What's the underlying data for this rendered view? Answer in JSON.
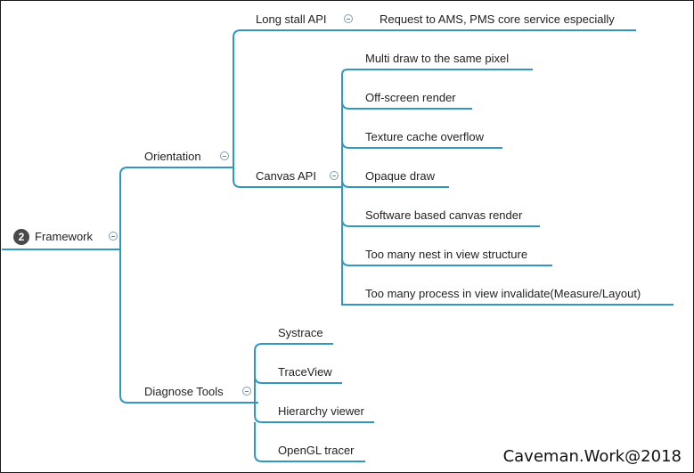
{
  "root": {
    "number": "2",
    "label": "Framework"
  },
  "branches": [
    {
      "label": "Orientation",
      "children": [
        {
          "label": "Long stall API",
          "children": [
            {
              "label": "Request to AMS, PMS core service especially"
            }
          ]
        },
        {
          "label": "Canvas API",
          "children": [
            {
              "label": "Multi draw to the same pixel"
            },
            {
              "label": "Off-screen render"
            },
            {
              "label": "Texture cache overflow"
            },
            {
              "label": "Opaque draw"
            },
            {
              "label": "Software based canvas render"
            },
            {
              "label": "Too many nest in view structure"
            },
            {
              "label": "Too many process in view invalidate(Measure/Layout)"
            }
          ]
        }
      ]
    },
    {
      "label": "Diagnose Tools",
      "children": [
        {
          "label": "Systrace"
        },
        {
          "label": "TraceView"
        },
        {
          "label": "Hierarchy viewer"
        },
        {
          "label": "OpenGL tracer"
        }
      ]
    }
  ],
  "watermark": "Caveman.Work@2018",
  "colors": {
    "line": "#2f98c0",
    "text": "#222222",
    "badge": "#4a4a4a"
  }
}
